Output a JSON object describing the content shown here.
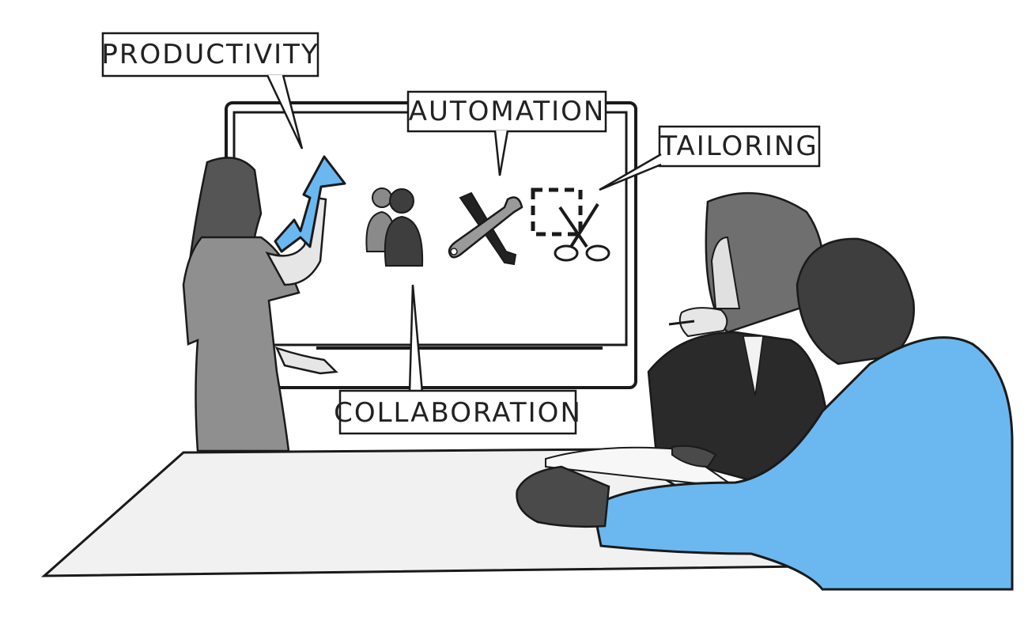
{
  "illustration": {
    "callouts": {
      "productivity": "PRODUCTIVITY",
      "automation": "AUTOMATION",
      "tailoring": "TAILORING",
      "collaboration": "COLLABORATION"
    },
    "icons": [
      "growth-arrow-icon",
      "people-icon",
      "tools-icon",
      "scissors-selection-icon"
    ],
    "colors": {
      "accent": "#6bb8f0",
      "accent_dark": "#3a8fd0",
      "outline": "#1a1a1a",
      "gray_light": "#bdbdbd",
      "gray_mid": "#8a8a8a",
      "gray_dark": "#444444"
    }
  }
}
